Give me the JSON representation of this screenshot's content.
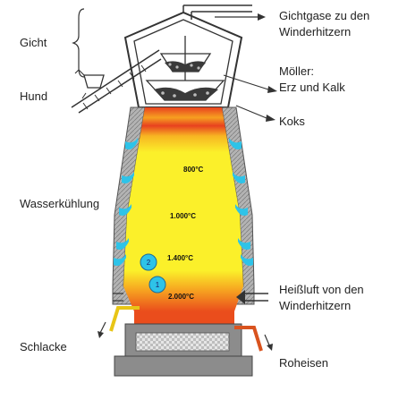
{
  "labels": {
    "gicht": "Gicht",
    "hund": "Hund",
    "wasserkuehlung": "Wasserkühlung",
    "schlacke": "Schlacke",
    "gichtgase_1": "Gichtgase zu den",
    "gichtgase_2": "Winderhitzern",
    "moeller_1": "Möller:",
    "moeller_2": "Erz und Kalk",
    "koks": "Koks",
    "heissluft_1": "Heißluft von den",
    "heissluft_2": "Winderhitzern",
    "roheisen": "Roheisen"
  },
  "temperatures": [
    "800°C",
    "1.000°C",
    "1.400°C",
    "2.000°C"
  ],
  "zones": [
    "2",
    "1"
  ],
  "colors": {
    "wall": "#a8a8a8",
    "hot_red": "#e8411f",
    "orange": "#f28a25",
    "yellow": "#fbf02a",
    "water_cooling": "#2ec3e8",
    "slag": "#e8c516",
    "iron": "#d9531e",
    "hearth": "#8c8c8c"
  }
}
